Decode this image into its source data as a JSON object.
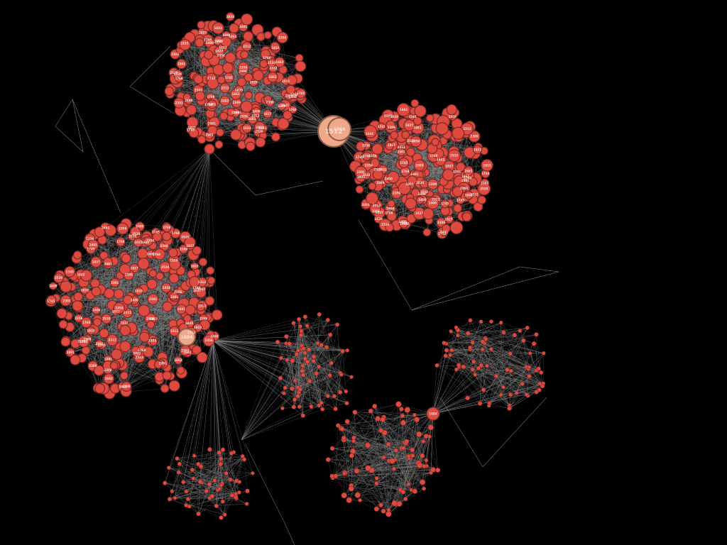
{
  "graph": {
    "background": "#000000",
    "edge_color": "#8f8f8f",
    "node_fill": "#de4a40",
    "node_stroke": "#7a2a26",
    "hub_fill": "#f0a88a",
    "hub_stroke": "#8a5a44",
    "label_color": "#f3e2d8",
    "clusters": [
      {
        "id": "cluster-top",
        "label_density": "high"
      },
      {
        "id": "cluster-right-dense",
        "label_density": "very-high"
      },
      {
        "id": "cluster-left",
        "label_density": "high"
      },
      {
        "id": "cluster-center",
        "label_density": "low"
      },
      {
        "id": "cluster-bottom-left",
        "label_density": "low"
      },
      {
        "id": "cluster-bottom-right",
        "label_density": "low"
      },
      {
        "id": "cluster-right",
        "label_density": "low"
      }
    ],
    "hub_labels": [
      "1512",
      "1594",
      "1684"
    ],
    "sample_labels": [
      "2356",
      "2312",
      "2301",
      "1768",
      "1833",
      "1827",
      "2481",
      "2520",
      "2400",
      "2389",
      "1745",
      "1662"
    ]
  }
}
